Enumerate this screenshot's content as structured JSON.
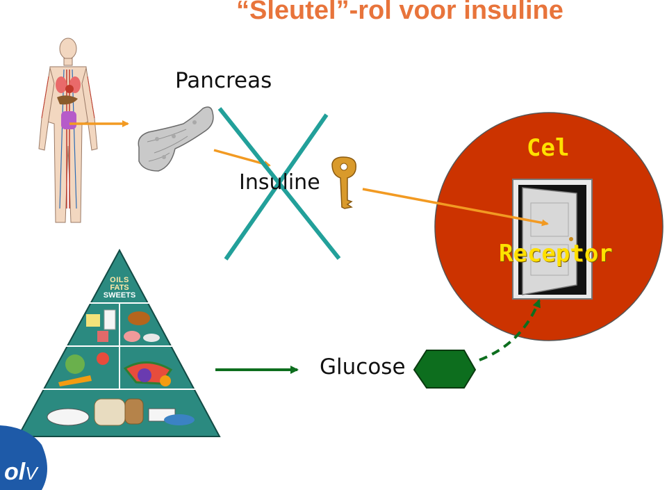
{
  "title": "“Sleutel”-rol voor insuline",
  "labels": {
    "pancreas": "Pancreas",
    "insuline": "Insuline",
    "cel": "Cel",
    "receptor": "Receptor",
    "glucose": "Glucose"
  },
  "pyramid": {
    "top_tier": [
      "OILS",
      "FATS",
      "SWEETS"
    ]
  },
  "logo": {
    "main": "ol",
    "suffix": "V"
  },
  "colors": {
    "title": "#e8743b",
    "arrow_orange": "#f29a22",
    "cross": "#22a09a",
    "cell": "#cc3300",
    "cell_text": "#ffe000",
    "glucose_green": "#0d6e1e",
    "pyramid_teal": "#2b8a80",
    "logo_blue": "#1e5aa8"
  },
  "icons": [
    "human-body-icon",
    "pancreas-icon",
    "key-icon",
    "door-icon",
    "food-pyramid-icon",
    "hexagon-icon"
  ]
}
